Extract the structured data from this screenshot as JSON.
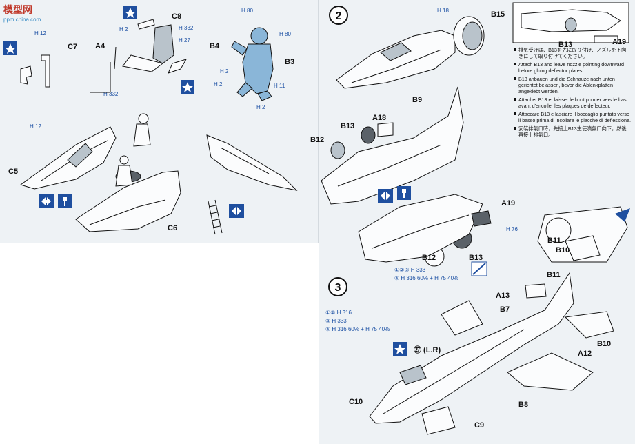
{
  "watermark": {
    "brand": "模型网",
    "site": "ppm.china.com"
  },
  "steps": {
    "two": "2",
    "three": "3"
  },
  "parts": {
    "C7": "C7",
    "C8": "C8",
    "A4": "A4",
    "B4": "B4",
    "B3": "B3",
    "C5": "C5",
    "C6": "C6",
    "B15": "B15",
    "B13": "B13",
    "A19": "A19",
    "B9": "B9",
    "A18": "A18",
    "B12": "B12",
    "B11": "B11",
    "B10": "B10",
    "A13": "A13",
    "B7": "B7",
    "A12": "A12",
    "B8": "B8",
    "C10": "C10",
    "C9": "C9",
    "LR": "㉗ (L.R)"
  },
  "paint": {
    "h12": "12",
    "h2": "2",
    "h332": "332",
    "h27": "27",
    "h80": "80",
    "h11": "11",
    "h18": "18",
    "h76": "76",
    "h333": "333",
    "h316": "316",
    "h75": "75",
    "prefix": "H",
    "mix_step2_a": "①②③  H 333",
    "mix_step2_b": "④  H 316 60% + H 75 40%",
    "mix_step3_a": "①② H 316",
    "mix_step3_b": "③  H 333",
    "mix_step3_c": "④  H 316 60% + H 75 40%"
  },
  "notes": [
    "排気受けは、B13を先に取り付け、ノズルを下向きにして取り付けてください。",
    "Attach B13 and leave nozzle pointing downward before gluing deflector plates.",
    "B13 anbauen und die Schnauze nach unten gerichtet belassen, bevor die Ablenkplatten angeklebt werden.",
    "Attacher B13 et laisser le bout pointer vers le bas avant d'encoller les plaques de deflecteur.",
    "Attaccare B13 e lasciare il boccaglio puntato verso il basso prima di incollare le placche di deflessione.",
    "安裝排氣口時，先接上B13生使噴氣口向下，然後再接上排氣口。"
  ],
  "colors": {
    "accent": "#1f4f9f",
    "figure": "#8ab6d8",
    "paper": "#eef2f5"
  }
}
